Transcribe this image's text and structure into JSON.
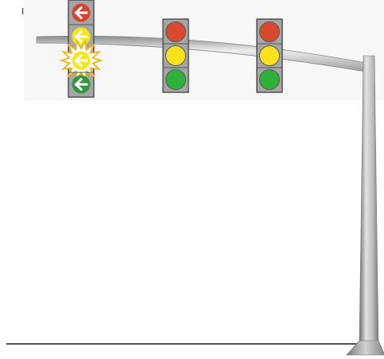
{
  "corner_mark": "I",
  "colors": {
    "arrow_red": "#d8432f",
    "arrow_yellow": "#f5e81a",
    "arrow_green": "#2f9a3c",
    "circle_red": "#d84a30",
    "circle_yellow": "#fae11e",
    "circle_green": "#2fb03a",
    "housing": "#a6a6a6",
    "flash_burst": "#f3b51a"
  },
  "signals": [
    {
      "id": "left-turn",
      "type": "arrow",
      "lamps": [
        "red-arrow-icon",
        "yellow-arrow-icon",
        "flashing-yellow-arrow-icon",
        "green-arrow-icon"
      ],
      "active_lamp": "flashing-yellow-arrow-icon"
    },
    {
      "id": "through-1",
      "type": "circle",
      "lamps": [
        "red-circle-icon",
        "yellow-circle-icon",
        "green-circle-icon"
      ]
    },
    {
      "id": "through-2",
      "type": "circle",
      "lamps": [
        "red-circle-icon",
        "yellow-circle-icon",
        "green-circle-icon"
      ]
    }
  ]
}
